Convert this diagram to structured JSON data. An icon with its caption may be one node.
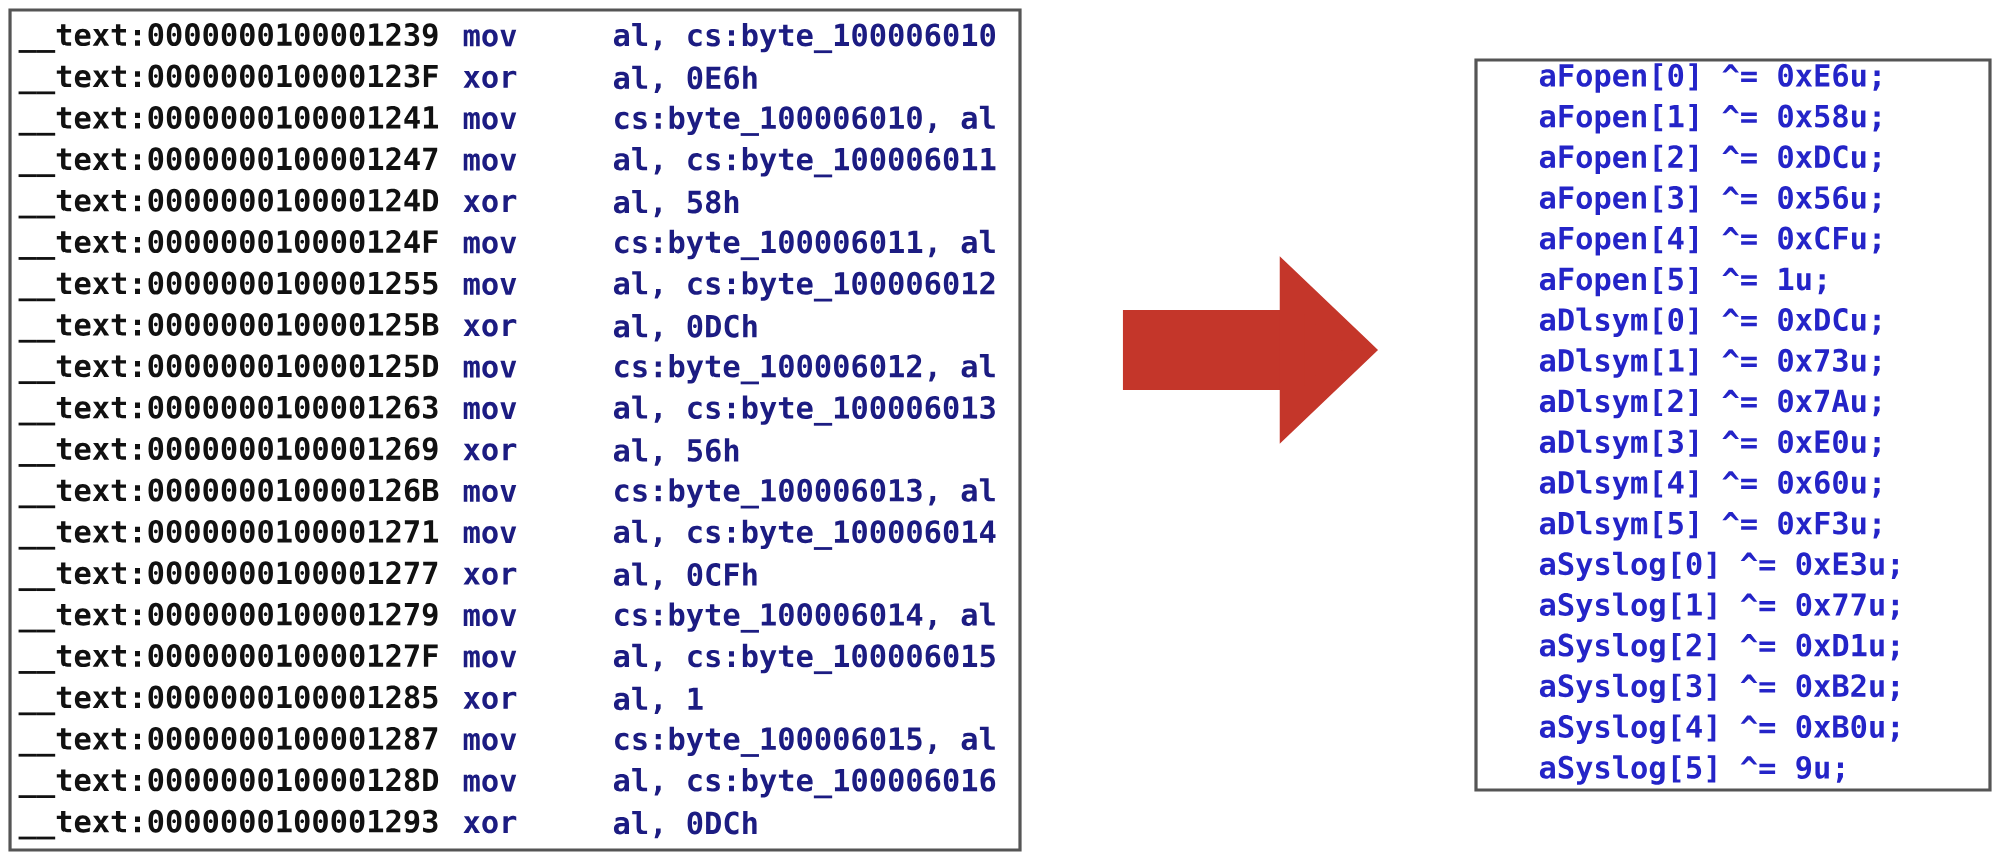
{
  "diagram": {
    "nodes": [
      {
        "text": [
          "__text:0000000100001239",
          "mov",
          "al, cs:byte_100006010",
          "__text:000000010000123F",
          "xor",
          "al, 0E6h",
          "__text:0000000100001241",
          "mov",
          "cs:byte_100006010, al",
          "__text:0000000100001247",
          "mov",
          "al, cs:byte_100006011",
          "__text:000000010000124D",
          "xor",
          "al, 58h",
          "__text:000000010000124F",
          "mov",
          "cs:byte_100006011, al",
          "__text:0000000100001255",
          "mov",
          "al, cs:byte_100006012",
          "__text:000000010000125B",
          "xor",
          "al, 0DCh",
          "__text:000000010000125D",
          "mov",
          "cs:byte_100006012, al",
          "__text:0000000100001263",
          "mov",
          "al, cs:byte_100006013",
          "__text:0000000100001269",
          "xor",
          "al, 56h",
          "__text:000000010000126B",
          "mov",
          "cs:byte_100006013, al",
          "__text:0000000100001271",
          "mov",
          "al, cs:byte_100006014",
          "__text:0000000100001277",
          "xor",
          "al, 0CFh",
          "__text:0000000100001279",
          "mov",
          "cs:byte_100006014, al",
          "__text:000000010000127F",
          "mov",
          "al, cs:byte_100006015",
          "__text:0000000100001285",
          "xor",
          "al, 1",
          "__text:0000000100001287",
          "mov",
          "cs:byte_100006015, al",
          "__text:000000010000128D",
          "mov",
          "al, cs:byte_100006016",
          "__text:0000000100001293",
          "xor",
          "al, 0DCh"
        ]
      },
      {
        "text": [
          "aFopen[0] ^= 0xE6u;",
          "aFopen[1] ^= 0x58u;",
          "aFopen[2] ^= 0xDCu;",
          "aFopen[3] ^= 0x56u;",
          "aFopen[4] ^= 0xCFu;",
          "aFopen[5] ^= 1u;",
          "aDlsym[0] ^= 0xDCu;",
          "aDlsym[1] ^= 0x73u;",
          "aDlsym[2] ^= 0x7Au;",
          "aDlsym[3] ^= 0xE0u;",
          "aDlsym[4] ^= 0x60u;",
          "aDlsym[5] ^= 0xF3u;",
          "aSyslog[0] ^= 0xE3u;",
          "aSyslog[1] ^= 0x77u;",
          "aSyslog[2] ^= 0xD1u;",
          "aSyslog[3] ^= 0xB2u;",
          "aSyslog[4] ^= 0xB0u;",
          "aSyslog[5] ^= 9u;"
        ]
      }
    ],
    "edges": [
      {
        "from": 0,
        "to": 1,
        "arrow": "to"
      }
    ]
  }
}
